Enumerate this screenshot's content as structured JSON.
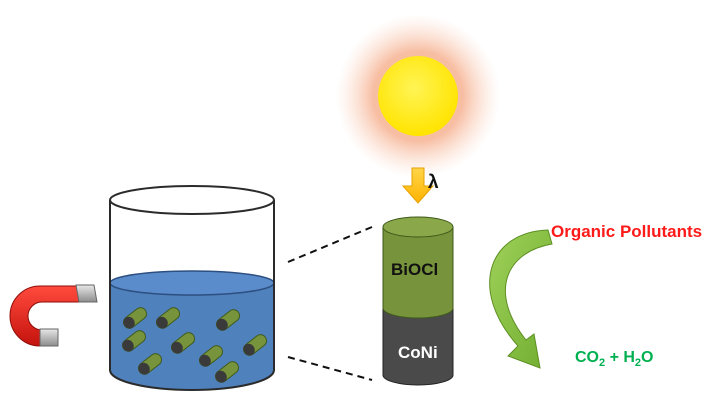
{
  "labels": {
    "lambda": "λ",
    "top_layer": "BiOCl",
    "bottom_layer": "CoNi",
    "reactant": "Organic Pollutants",
    "product": {
      "co": "CO",
      "sub1": "2",
      "plus_h": " + H",
      "sub2": "2",
      "o": "O"
    }
  },
  "colors": {
    "sun": "#ffee00",
    "sun_glow": "#f6b393",
    "liquid": "#4f81bd",
    "rod_green": "#77933c",
    "rod_dark": "#4a4a4a",
    "magnet_red": "#e0221b",
    "reactant_text": "#ff1a1a",
    "product_text": "#00b050",
    "arrow_green": "#8cc63f",
    "light_arrow": "#ffc000"
  },
  "icons": {
    "light_source": "sun-icon",
    "magnet": "horseshoe-magnet-icon",
    "vessel": "beaker-icon",
    "particle": "nanorod-icon"
  }
}
